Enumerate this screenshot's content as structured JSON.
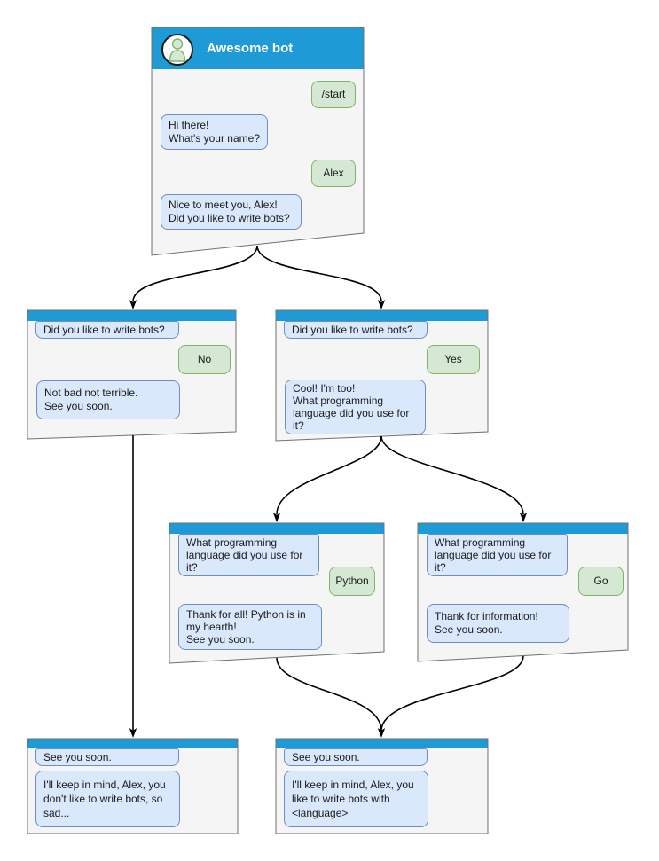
{
  "title": "Awesome bot",
  "icons": {
    "avatar": "user-icon"
  },
  "colors": {
    "header": "#1e9bd7",
    "window_fill": "#f5f5f5",
    "window_stroke": "#707070",
    "bot_fill": "#dae8fc",
    "bot_stroke": "#6c8ebf",
    "user_fill": "#d5e8d4",
    "user_stroke": "#82b366",
    "edge": "#000000"
  },
  "nodes": {
    "root": {
      "title": "Awesome bot",
      "messages": [
        {
          "from": "user",
          "text": "/start"
        },
        {
          "from": "bot",
          "text": "Hi there!\nWhat's your name?"
        },
        {
          "from": "user",
          "text": "Alex"
        },
        {
          "from": "bot",
          "text": "Nice to meet you, Alex!\nDid you like to write bots?"
        }
      ]
    },
    "branch_no": {
      "messages": [
        {
          "from": "bot",
          "text": "Did you like to write bots?"
        },
        {
          "from": "user",
          "text": "No"
        },
        {
          "from": "bot",
          "text": "Not bad not terrible.\nSee you soon."
        }
      ]
    },
    "branch_yes": {
      "messages": [
        {
          "from": "bot",
          "text": "Did you like to write bots?"
        },
        {
          "from": "user",
          "text": "Yes"
        },
        {
          "from": "bot",
          "text": "Cool! I'm too!\nWhat programming\nlanguage did you use for it?"
        }
      ]
    },
    "python": {
      "messages": [
        {
          "from": "bot",
          "text": "What programming\nlanguage did you use for it?"
        },
        {
          "from": "user",
          "text": "Python"
        },
        {
          "from": "bot",
          "text": "Thank for all! Python is in\nmy hearth!\nSee you soon."
        }
      ]
    },
    "go": {
      "messages": [
        {
          "from": "bot",
          "text": "What programming\nlanguage did you use for it?"
        },
        {
          "from": "user",
          "text": "Go"
        },
        {
          "from": "bot",
          "text": "Thank for information!\nSee you soon."
        }
      ]
    },
    "end_no": {
      "messages": [
        {
          "from": "bot",
          "text": "See you soon."
        },
        {
          "from": "bot",
          "text": "I'll keep in mind, Alex, you\ndon't like to write bots, so\nsad..."
        }
      ]
    },
    "end_yes": {
      "messages": [
        {
          "from": "bot",
          "text": "See you soon."
        },
        {
          "from": "bot",
          "text": "I'll keep in mind, Alex, you\nlike to write bots with\n<language>"
        }
      ]
    }
  },
  "edges": [
    {
      "from": "root",
      "to": "branch_no"
    },
    {
      "from": "root",
      "to": "branch_yes"
    },
    {
      "from": "branch_yes",
      "to": "python"
    },
    {
      "from": "branch_yes",
      "to": "go"
    },
    {
      "from": "branch_no",
      "to": "end_no"
    },
    {
      "from": "python",
      "to": "end_yes"
    },
    {
      "from": "go",
      "to": "end_yes"
    }
  ]
}
